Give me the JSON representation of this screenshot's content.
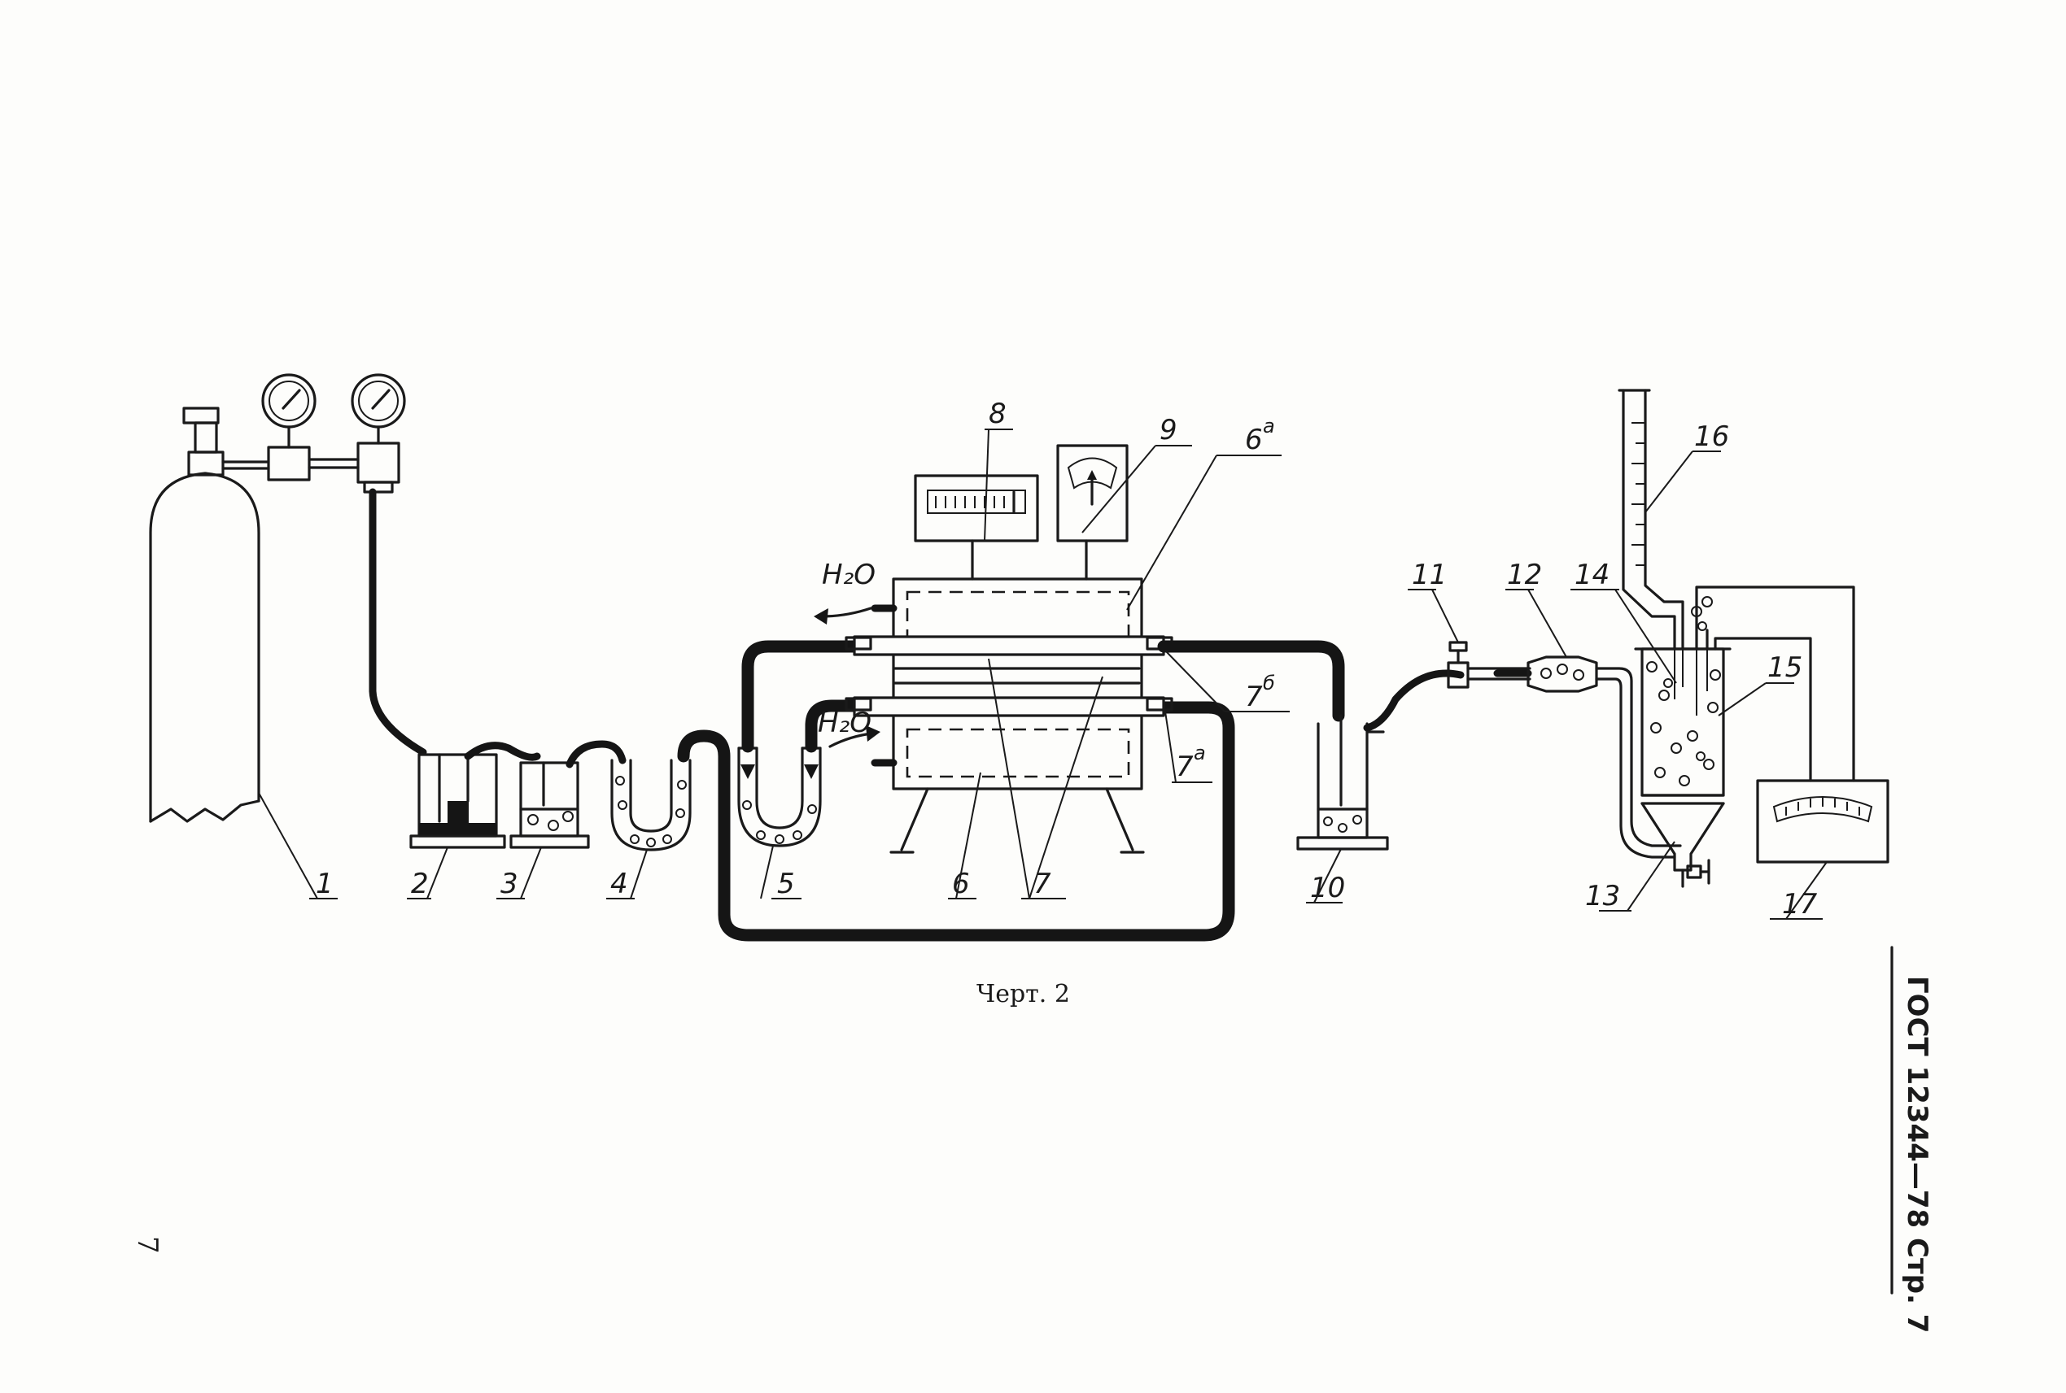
{
  "diagram": {
    "labels": {
      "l1": "1",
      "l2": "2",
      "l3": "3",
      "l4": "4",
      "l5": "5",
      "l6": "6",
      "l6a": "6",
      "l7": "7",
      "l7a": "7",
      "l7b": "7",
      "l8": "8",
      "l9": "9",
      "l10": "10",
      "l11": "11",
      "l12": "12",
      "l13": "13",
      "l14": "14",
      "l15": "15",
      "l16": "16",
      "l17": "17"
    },
    "superscripts": {
      "s6a": "a",
      "s7a": "a",
      "s7b": "б"
    },
    "water_labels": {
      "w1": "H₂O",
      "w2": "H₂O"
    },
    "caption": "Черт. 2",
    "side_header": "ГОСТ 12344—78 Стр. 7",
    "page_number": "7"
  }
}
